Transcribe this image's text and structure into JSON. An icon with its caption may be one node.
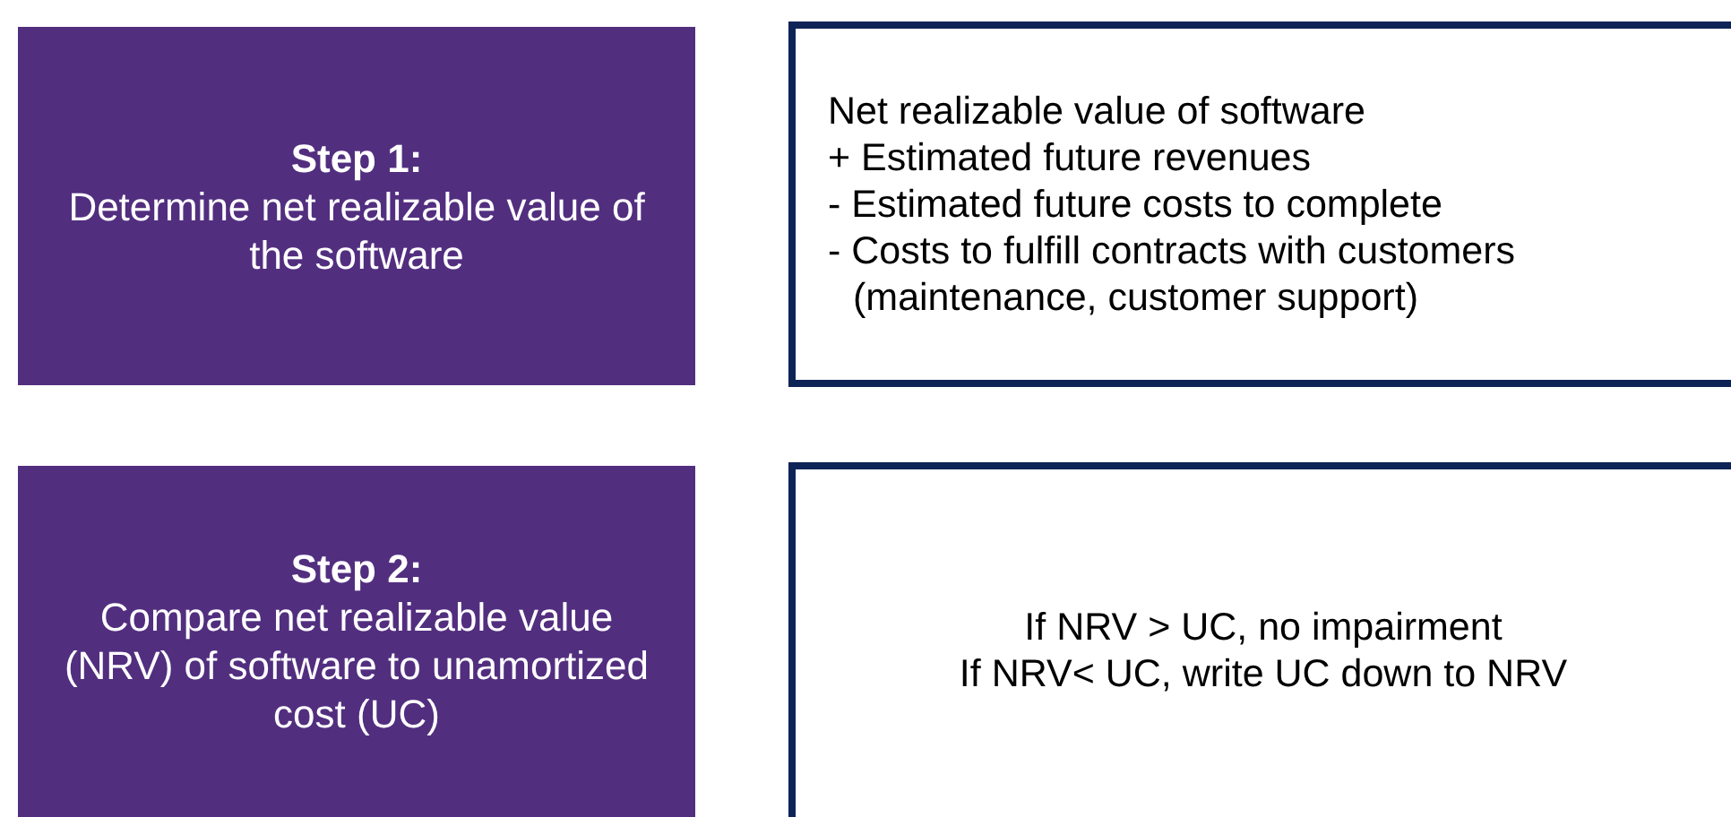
{
  "diagram": {
    "nodes": [
      {
        "text": [
          "Step 1:",
          "Determine net realizable value of the software"
        ]
      },
      {
        "text": [
          "Net realizable value of software",
          "+ Estimated future revenues",
          "- Estimated future costs to complete",
          "- Costs to fulfill contracts with customers (maintenance, customer support)"
        ]
      },
      {
        "text": [
          "Step 2:",
          "Compare net realizable value (NRV) of software to unamortized cost (UC)"
        ]
      },
      {
        "text": [
          "If NRV > UC, no impairment",
          "If NRV< UC, write UC down to NRV"
        ]
      }
    ]
  }
}
